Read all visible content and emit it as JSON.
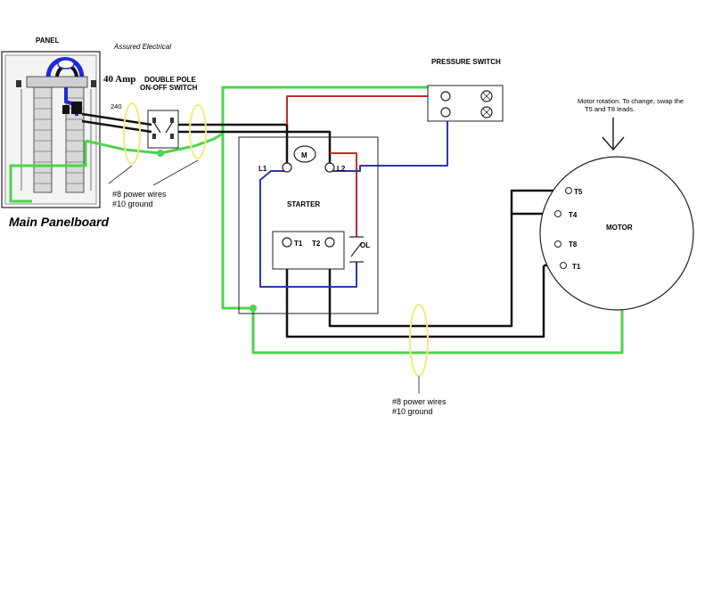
{
  "labels": {
    "panel": "PANEL",
    "assured": "Assured Electrical",
    "amp": "40 Amp",
    "volts": "240",
    "switch_line1": "DOUBLE POLE",
    "switch_line2": "ON-OFF SWITCH",
    "pressure_switch": "PRESSURE SWITCH",
    "rotation_line1": "Motor rotation. To change, swap the",
    "rotation_line2": "T5 and T8 leads.",
    "main_panelboard": "Main Panelboard",
    "wires1_line1": "#8 power wires",
    "wires1_line2": "#10 ground",
    "starter": "STARTER",
    "l1": "L1",
    "l2": "L2",
    "m": "M",
    "t1": "T1",
    "t2": "T2",
    "ol": "OL",
    "motor": "MOTOR",
    "motor_t5": "T5",
    "motor_t4": "T4",
    "motor_t8": "T8",
    "motor_t1": "T1",
    "wires2_line1": "#8 power wires",
    "wires2_line2": "#10 ground"
  },
  "colors": {
    "ground": "#4cd44c",
    "power": "#111111",
    "control_red": "#c62a2a",
    "control_blue": "#2a3aa8",
    "marker": "#f0ec7a",
    "panel_blue": "#1f2ad6"
  }
}
